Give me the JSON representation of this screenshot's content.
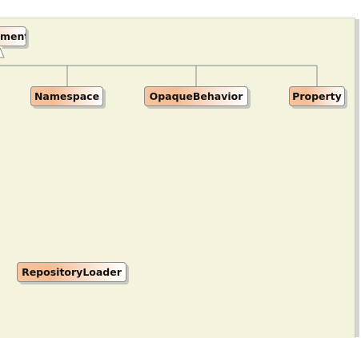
{
  "diagram": {
    "parent_label": "ment",
    "children": [
      {
        "id": "namespace",
        "label": "Namespace"
      },
      {
        "id": "opaque-behavior",
        "label": "OpaqueBehavior"
      },
      {
        "id": "property",
        "label": "Property"
      }
    ],
    "standalone": {
      "label": "RepositoryLoader"
    }
  },
  "colors": {
    "canvas": "#f4f3de",
    "node_gradient_start": "#f6c49e",
    "node_gradient_end": "#ffffff",
    "node_border": "#8d8d8d",
    "edge": "#8a8a8a"
  }
}
